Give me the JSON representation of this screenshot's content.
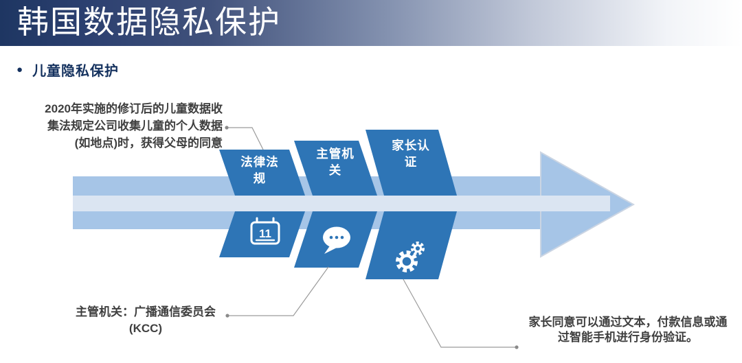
{
  "title": "韩国数据隐私保护",
  "section": {
    "bullet": "●",
    "heading": "儿童隐私保护"
  },
  "annotations": {
    "top_left_lines": [
      "2020年实施的修订后的儿童数据收",
      "集法规定公司收集儿童的个人数据",
      "(如地点)时，获得父母的同意"
    ],
    "bottom_left_lines": [
      "主管机关：广播通信委员会",
      "(KCC)"
    ],
    "bottom_right_lines": [
      "家长同意可以通过文本，付款信息或通",
      "过智能手机进行身份验证。"
    ]
  },
  "process": {
    "direction": "left-to-right-arrow",
    "steps": [
      {
        "label_lines": [
          "法律法",
          "规"
        ],
        "icon": "calendar-icon",
        "calendar_day": "11"
      },
      {
        "label_lines": [
          "主管机",
          "关"
        ],
        "icon": "speech-bubble-icon"
      },
      {
        "label_lines": [
          "家长认",
          "证"
        ],
        "icon": "gears-icon"
      }
    ]
  },
  "colors": {
    "banner_navy": "#1f3864",
    "heading_navy": "#14315e",
    "chevron_blue": "#2e75b6",
    "arrow_blue": "#a6c5e7",
    "stripe_blue": "#dbe5f2",
    "annotation_gray": "#3f3f3f",
    "connector_gray": "#9b9b9b"
  }
}
